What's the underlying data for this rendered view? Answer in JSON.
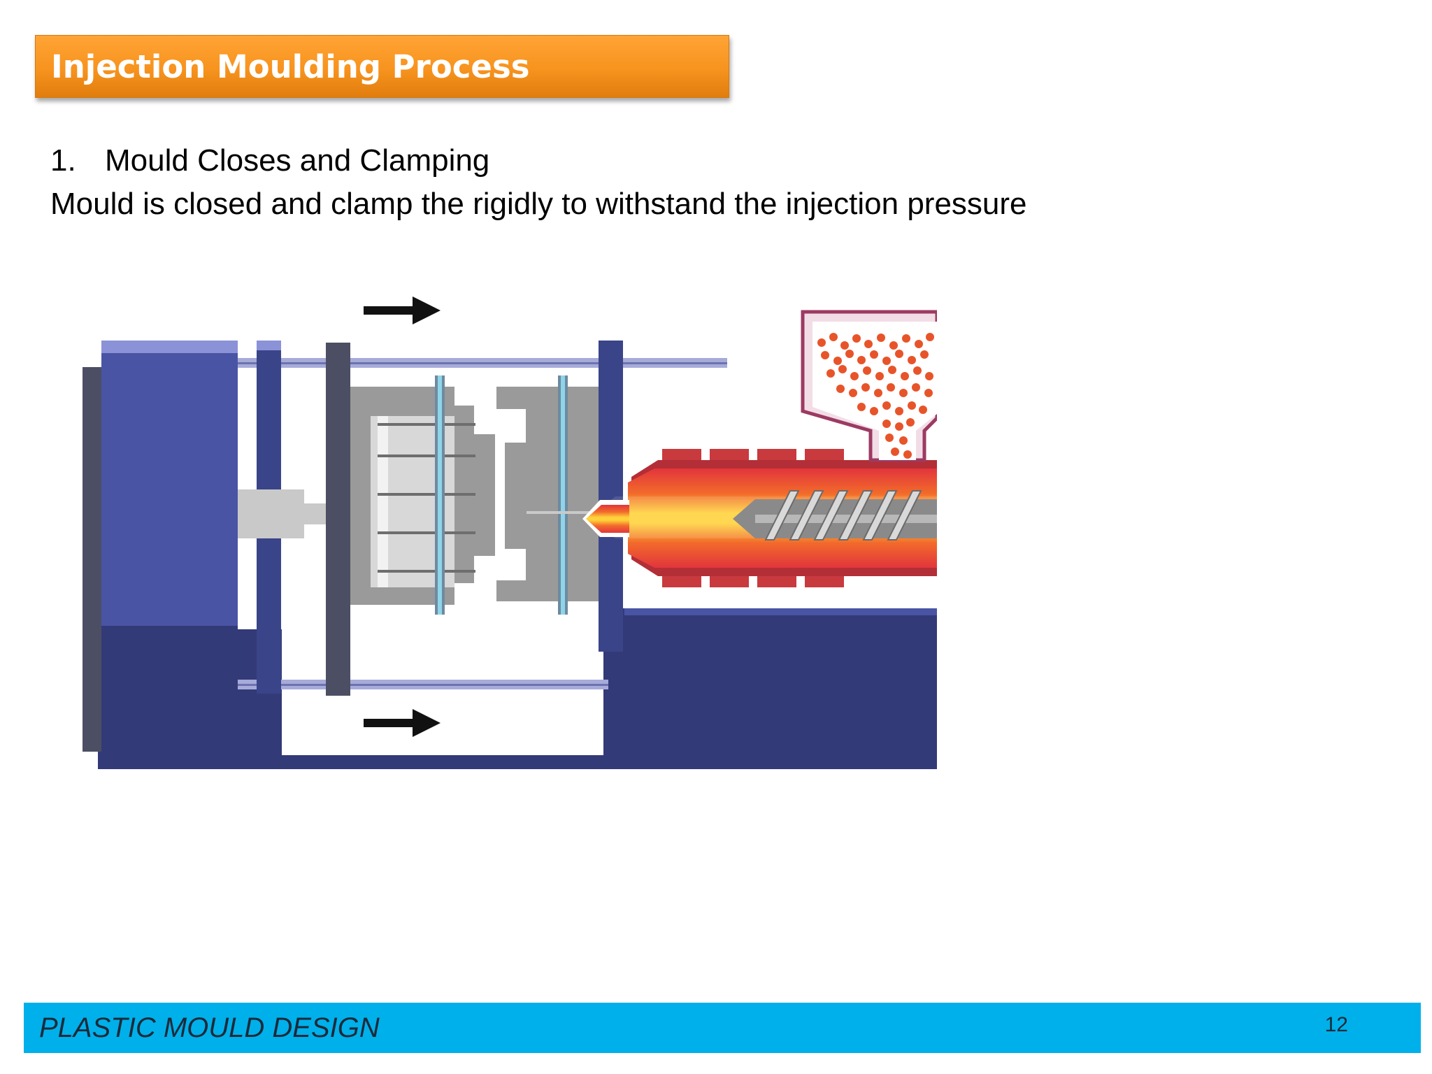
{
  "slide": {
    "title": "Injection Moulding Process",
    "step_number": "1.",
    "step_title": "Mould Closes and Clamping",
    "description": "Mould is closed and clamp the rigidly to withstand the injection pressure"
  },
  "diagram": {
    "colors": {
      "machine_blue": "#3c4a9a",
      "machine_dark": "#333a78",
      "mould_grey": "#9a9a9a",
      "barrel_red": "#d9363e",
      "melt_orange": "#f7941d",
      "melt_yellow": "#ffd23a",
      "pellet_orange": "#e8542a"
    }
  },
  "footer": {
    "course": "PLASTIC MOULD DESIGN",
    "page_number": "12"
  }
}
